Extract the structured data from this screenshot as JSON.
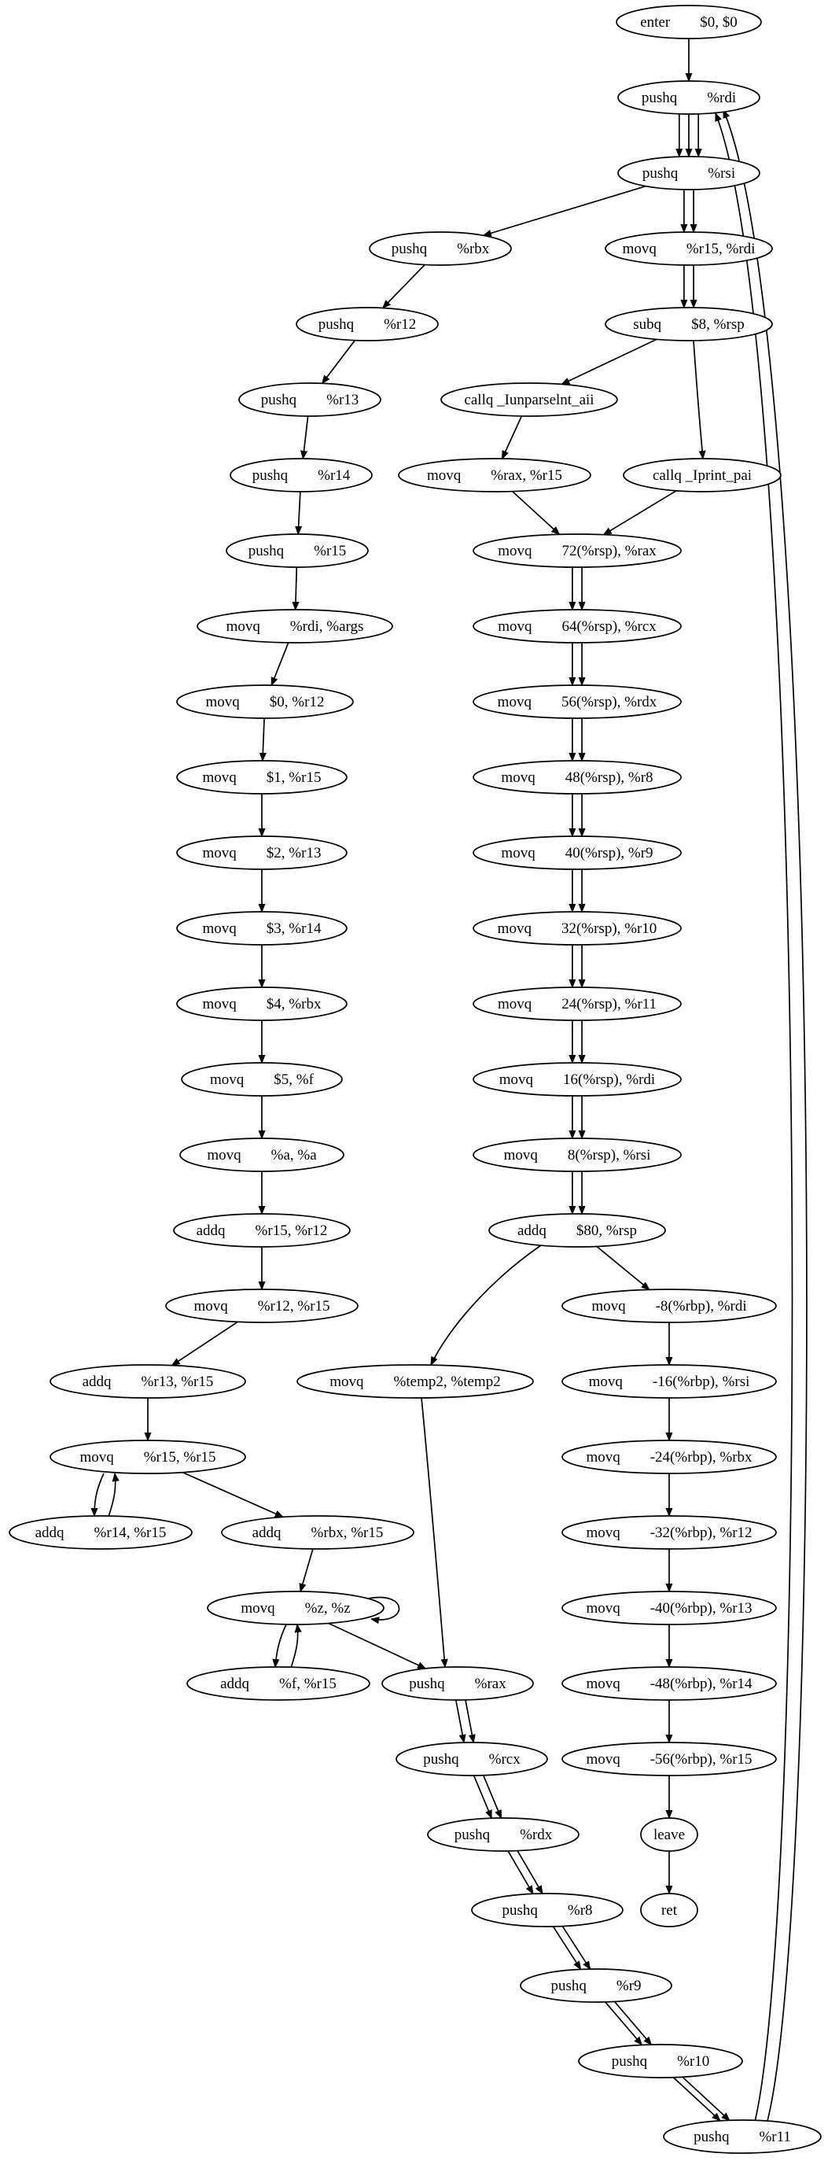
{
  "graph": {
    "nodes": [
      {
        "id": "n0",
        "text": "enter        $0, $0"
      },
      {
        "id": "n1",
        "text": "pushq        %rdi"
      },
      {
        "id": "n2",
        "text": "pushq        %rsi"
      },
      {
        "id": "n3",
        "text": "pushq        %rbx"
      },
      {
        "id": "n4",
        "text": "movq        %r15, %rdi"
      },
      {
        "id": "n5",
        "text": "pushq        %r12"
      },
      {
        "id": "n6",
        "text": "subq        $8, %rsp"
      },
      {
        "id": "n7",
        "text": "pushq        %r13"
      },
      {
        "id": "n8",
        "text": "callq _Iunparselnt_aii"
      },
      {
        "id": "n9",
        "text": "pushq        %r14"
      },
      {
        "id": "n10",
        "text": "movq        %rax, %r15"
      },
      {
        "id": "n11",
        "text": "callq _Iprint_pai"
      },
      {
        "id": "n12",
        "text": "pushq        %r15"
      },
      {
        "id": "n13",
        "text": "movq        72(%rsp), %rax"
      },
      {
        "id": "n14",
        "text": "movq        %rdi, %args"
      },
      {
        "id": "n15",
        "text": "movq        64(%rsp), %rcx"
      },
      {
        "id": "n16",
        "text": "movq        $0, %r12"
      },
      {
        "id": "n17",
        "text": "movq        56(%rsp), %rdx"
      },
      {
        "id": "n18",
        "text": "movq        $1, %r15"
      },
      {
        "id": "n19",
        "text": "movq        48(%rsp), %r8"
      },
      {
        "id": "n20",
        "text": "movq        $2, %r13"
      },
      {
        "id": "n21",
        "text": "movq        40(%rsp), %r9"
      },
      {
        "id": "n22",
        "text": "movq        $3, %r14"
      },
      {
        "id": "n23",
        "text": "movq        32(%rsp), %r10"
      },
      {
        "id": "n24",
        "text": "movq        $4, %rbx"
      },
      {
        "id": "n25",
        "text": "movq        24(%rsp), %r11"
      },
      {
        "id": "n26",
        "text": "movq        $5, %f"
      },
      {
        "id": "n27",
        "text": "movq        16(%rsp), %rdi"
      },
      {
        "id": "n28",
        "text": "movq        %a, %a"
      },
      {
        "id": "n29",
        "text": "movq        8(%rsp), %rsi"
      },
      {
        "id": "n30",
        "text": "addq        %r15, %r12"
      },
      {
        "id": "n31",
        "text": "addq        $80, %rsp"
      },
      {
        "id": "n32",
        "text": "movq        %r12, %r15"
      },
      {
        "id": "n33",
        "text": "movq        -8(%rbp), %rdi"
      },
      {
        "id": "n34",
        "text": "addq        %r13, %r15"
      },
      {
        "id": "n35",
        "text": "movq        %temp2, %temp2"
      },
      {
        "id": "n36",
        "text": "movq        -16(%rbp), %rsi"
      },
      {
        "id": "n37",
        "text": "movq        %r15, %r15"
      },
      {
        "id": "n38",
        "text": "movq        -24(%rbp), %rbx"
      },
      {
        "id": "n39",
        "text": "addq        %r14, %r15"
      },
      {
        "id": "n40",
        "text": "addq        %rbx, %r15"
      },
      {
        "id": "n41",
        "text": "movq        -32(%rbp), %r12"
      },
      {
        "id": "n42",
        "text": "movq        %z, %z"
      },
      {
        "id": "n43",
        "text": "movq        -40(%rbp), %r13"
      },
      {
        "id": "n44",
        "text": "addq        %f, %r15"
      },
      {
        "id": "n45",
        "text": "pushq        %rax"
      },
      {
        "id": "n46",
        "text": "movq        -48(%rbp), %r14"
      },
      {
        "id": "n47",
        "text": "pushq        %rcx"
      },
      {
        "id": "n48",
        "text": "movq        -56(%rbp), %r15"
      },
      {
        "id": "n49",
        "text": "pushq        %rdx"
      },
      {
        "id": "n50",
        "text": "leave"
      },
      {
        "id": "n51",
        "text": "pushq        %r8"
      },
      {
        "id": "n52",
        "text": "ret"
      },
      {
        "id": "n53",
        "text": "pushq        %r9"
      },
      {
        "id": "n54",
        "text": "pushq        %r10"
      },
      {
        "id": "n55",
        "text": "pushq        %r11"
      }
    ],
    "edges": [
      [
        "n0",
        "n1"
      ],
      [
        "n1",
        "n2"
      ],
      [
        "n1",
        "n2"
      ],
      [
        "n1",
        "n2"
      ],
      [
        "n2",
        "n3"
      ],
      [
        "n2",
        "n4"
      ],
      [
        "n2",
        "n4"
      ],
      [
        "n3",
        "n5"
      ],
      [
        "n4",
        "n6"
      ],
      [
        "n4",
        "n6"
      ],
      [
        "n5",
        "n7"
      ],
      [
        "n6",
        "n8"
      ],
      [
        "n6",
        "n11"
      ],
      [
        "n7",
        "n9"
      ],
      [
        "n8",
        "n10"
      ],
      [
        "n9",
        "n12"
      ],
      [
        "n10",
        "n13"
      ],
      [
        "n11",
        "n13"
      ],
      [
        "n12",
        "n14"
      ],
      [
        "n13",
        "n15"
      ],
      [
        "n13",
        "n15"
      ],
      [
        "n14",
        "n16"
      ],
      [
        "n15",
        "n17"
      ],
      [
        "n15",
        "n17"
      ],
      [
        "n16",
        "n18"
      ],
      [
        "n17",
        "n19"
      ],
      [
        "n17",
        "n19"
      ],
      [
        "n18",
        "n20"
      ],
      [
        "n19",
        "n21"
      ],
      [
        "n19",
        "n21"
      ],
      [
        "n20",
        "n22"
      ],
      [
        "n21",
        "n23"
      ],
      [
        "n21",
        "n23"
      ],
      [
        "n22",
        "n24"
      ],
      [
        "n23",
        "n25"
      ],
      [
        "n23",
        "n25"
      ],
      [
        "n24",
        "n26"
      ],
      [
        "n25",
        "n27"
      ],
      [
        "n25",
        "n27"
      ],
      [
        "n26",
        "n28"
      ],
      [
        "n27",
        "n29"
      ],
      [
        "n27",
        "n29"
      ],
      [
        "n28",
        "n30"
      ],
      [
        "n29",
        "n31"
      ],
      [
        "n29",
        "n31"
      ],
      [
        "n30",
        "n32"
      ],
      [
        "n31",
        "n35"
      ],
      [
        "n31",
        "n33"
      ],
      [
        "n32",
        "n34"
      ],
      [
        "n33",
        "n36"
      ],
      [
        "n34",
        "n37"
      ],
      [
        "n36",
        "n38"
      ],
      [
        "n37",
        "n39"
      ],
      [
        "n39",
        "n37"
      ],
      [
        "n37",
        "n40"
      ],
      [
        "n38",
        "n41"
      ],
      [
        "n40",
        "n42"
      ],
      [
        "n41",
        "n43"
      ],
      [
        "n42",
        "n42"
      ],
      [
        "n42",
        "n44"
      ],
      [
        "n44",
        "n42"
      ],
      [
        "n42",
        "n45"
      ],
      [
        "n35",
        "n45"
      ],
      [
        "n43",
        "n46"
      ],
      [
        "n45",
        "n47"
      ],
      [
        "n45",
        "n47"
      ],
      [
        "n46",
        "n48"
      ],
      [
        "n47",
        "n49"
      ],
      [
        "n47",
        "n49"
      ],
      [
        "n48",
        "n50"
      ],
      [
        "n49",
        "n51"
      ],
      [
        "n49",
        "n51"
      ],
      [
        "n50",
        "n52"
      ],
      [
        "n51",
        "n53"
      ],
      [
        "n51",
        "n53"
      ],
      [
        "n53",
        "n54"
      ],
      [
        "n53",
        "n54"
      ],
      [
        "n54",
        "n55"
      ],
      [
        "n54",
        "n55"
      ],
      [
        "n55",
        "n1"
      ],
      [
        "n55",
        "n1"
      ]
    ]
  }
}
